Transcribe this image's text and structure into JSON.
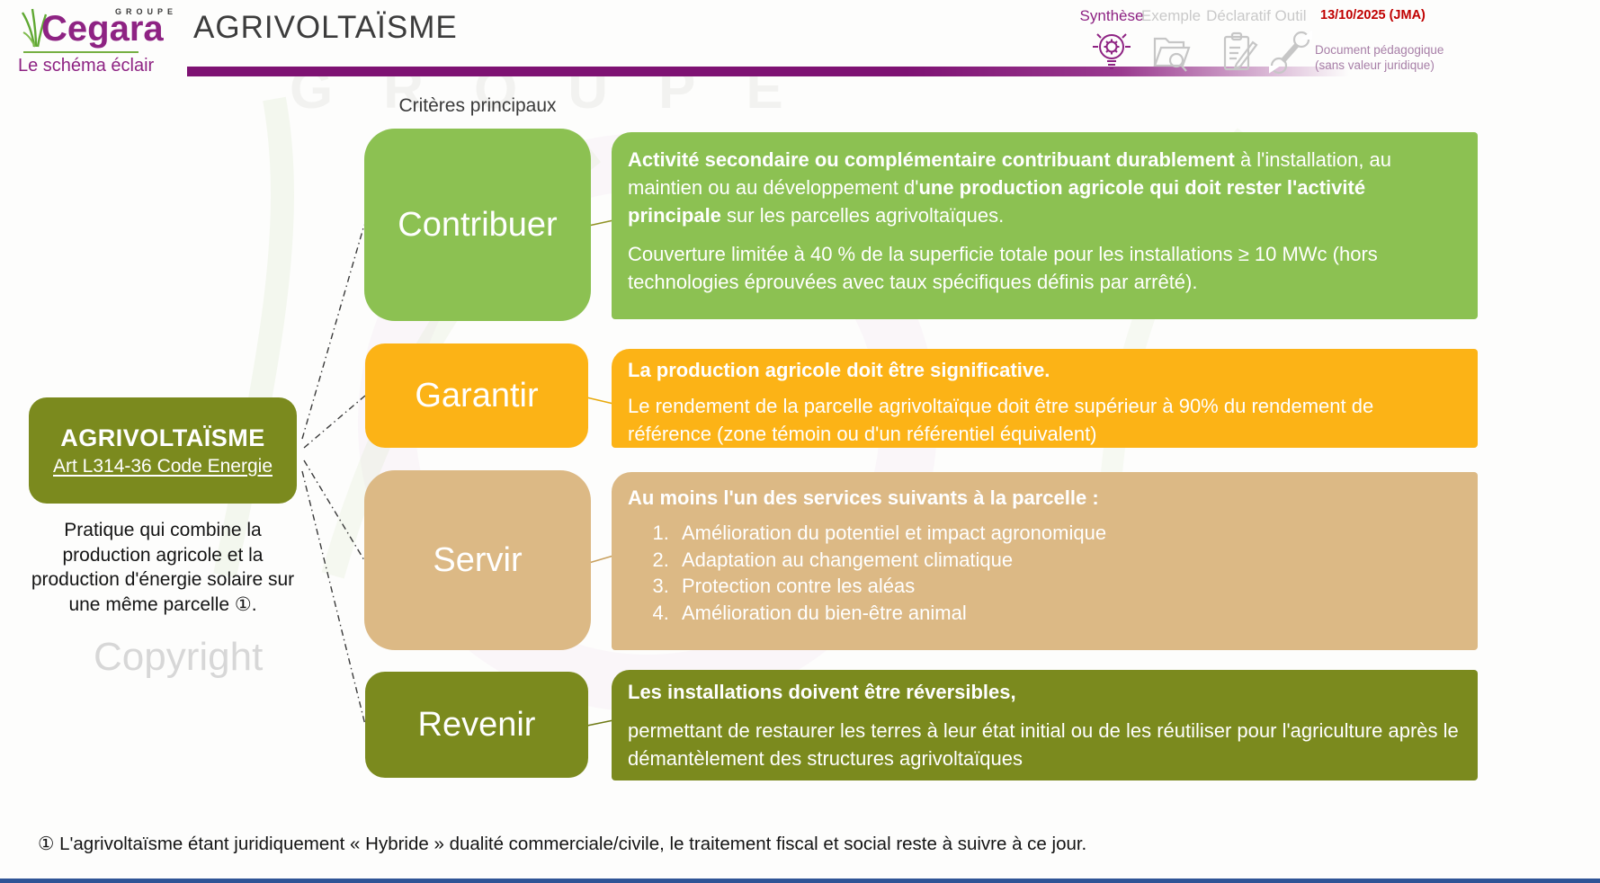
{
  "header": {
    "logo": {
      "groupe": "GROUPE",
      "brand": "Cegara",
      "tagline": "Le schéma éclair",
      "grass_icon": "grass-icon"
    },
    "title": "AGRIVOLTAÏSME",
    "nav": [
      {
        "label": "Synthèse",
        "icon": "lightbulb-gear-icon",
        "active": true
      },
      {
        "label": "Exemple",
        "icon": "folder-search-icon",
        "active": false
      },
      {
        "label": "Déclaratif",
        "icon": "clipboard-pencil-icon",
        "active": false
      },
      {
        "label": "Outil",
        "icon": "wrench-icon",
        "active": false
      }
    ],
    "date": "13/10/2025 (JMA)",
    "doc_note_line1": "Document pédagogique",
    "doc_note_line2": "(sans valeur juridique)"
  },
  "diagram": {
    "criteria_label": "Critères principaux",
    "central": {
      "title": "AGRIVOLTAÏSME",
      "subtitle": "Art L314-36 Code Energie",
      "description": "Pratique qui combine la production agricole et la production d'énergie solaire sur une même parcelle ①."
    },
    "criteria": [
      {
        "name": "Contribuer",
        "p1": [
          {
            "t": "Activité secondaire ou complémentaire contribuant durablement",
            "b": true
          },
          {
            "t": " à l'installation, au maintien ou au développement d'",
            "b": false
          },
          {
            "t": "une production agricole qui doit rester l'activité principale",
            "b": true
          },
          {
            "t": " sur les parcelles agrivoltaïques.",
            "b": false
          }
        ],
        "p2": [
          {
            "t": "Couverture limitée à 40 % de la superficie totale pour les installations ≥ 10 MWc (hors technologies éprouvées avec taux spécifiques définis par arrêté).",
            "b": false
          }
        ]
      },
      {
        "name": "Garantir",
        "p1": [
          {
            "t": "La production agricole doit être significative.",
            "b": true
          }
        ],
        "p2": [
          {
            "t": "Le rendement de la parcelle agrivoltaïque doit être supérieur à 90% du rendement de référence (zone témoin ou d'un référentiel équivalent)",
            "b": false
          }
        ]
      },
      {
        "name": "Servir",
        "p1": [
          {
            "t": "Au moins l'un des services suivants à la parcelle :",
            "b": true
          }
        ],
        "services": [
          "Amélioration du potentiel et impact agronomique",
          "Adaptation au changement climatique",
          "Protection contre les aléas",
          "Amélioration du bien-être animal"
        ]
      },
      {
        "name": "Revenir",
        "p1": [
          {
            "t": "Les installations doivent être réversibles,",
            "b": true
          }
        ],
        "p2": [
          {
            "t": "permettant de restaurer les terres à leur état initial ou de les réutiliser pour l'agriculture après le démantèlement des structures agrivoltaïques",
            "b": false
          }
        ]
      }
    ]
  },
  "footnote": "① L'agrivoltaïsme étant juridiquement « Hybride » dualité commerciale/civile, le traitement fiscal et social reste à suivre à ce jour.",
  "watermarks": {
    "groupe": "GROUPE",
    "copyright": "Copyright"
  },
  "colors": {
    "brand_purple": "#8E2383",
    "bar_magenta": "#7E1273",
    "green": "#8CC152",
    "amber": "#FCB316",
    "tan": "#DCB985",
    "olive": "#7B8A1E",
    "nav_gray": "#C9C9C9",
    "date_red": "#C00000",
    "doc_note_purple": "#A77FA7",
    "bottom_bar_blue": "#2F5496",
    "logo_green": "#76B043",
    "text_dark": "#262626"
  }
}
